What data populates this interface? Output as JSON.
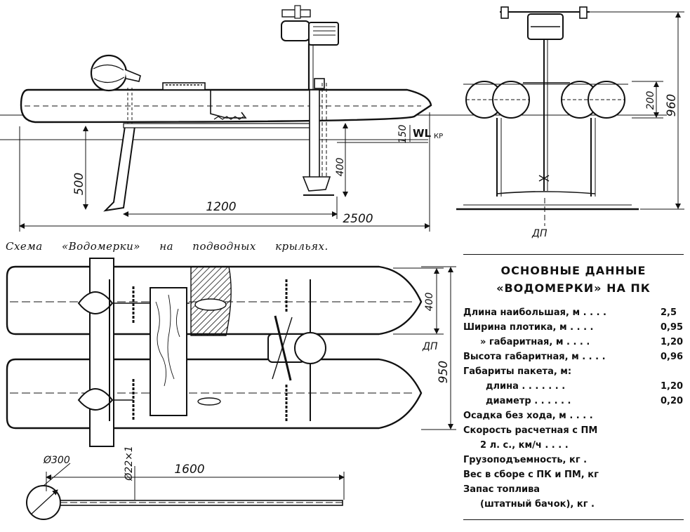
{
  "caption": "Схема «Водомерки» на подводных крыльях.",
  "side_view": {
    "dims": {
      "foil_depth": "500",
      "foil_spacing": "1200",
      "length": "2500",
      "draft": "150",
      "strut_depth": "400",
      "waterline": "WL",
      "waterline_sub": "КР"
    }
  },
  "front_view": {
    "dims": {
      "height": "960",
      "float_height": "200"
    },
    "centerline": "ДП"
  },
  "plan_view": {
    "dims": {
      "float_width": "400",
      "width": "950"
    },
    "centerline": "ДП"
  },
  "float_detail": {
    "dims": {
      "diameter": "Ø300",
      "tube": "Ø22×1",
      "length": "1600"
    }
  },
  "specs": {
    "title_line1": "ОСНОВНЫЕ ДАННЫЕ",
    "title_line2": "«ВОДОМЕРКИ» НА ПК",
    "rows": [
      {
        "label": "Длина наибольшая, м . . . .",
        "value": "2,5",
        "indent": 0
      },
      {
        "label": "Ширина плотика, м . . . .",
        "value": "0,95",
        "indent": 0
      },
      {
        "label": "» габаритная, м . . . .",
        "value": "1,20",
        "indent": 1
      },
      {
        "label": "Высота габаритная, м . . . .",
        "value": "0,96",
        "indent": 0
      },
      {
        "label": "Габариты пакета, м:",
        "value": "",
        "indent": 0
      },
      {
        "label": "длина . . . . . . .",
        "value": "1,20",
        "indent": 2
      },
      {
        "label": "диаметр . . . . . .",
        "value": "0,20",
        "indent": 2
      },
      {
        "label": "Осадка без хода, м . . . .",
        "value": "",
        "indent": 0
      },
      {
        "label": "Скорость расчетная с ПМ",
        "value": "",
        "indent": 0
      },
      {
        "label": "2 л. с., км/ч . . . .",
        "value": "",
        "indent": 1
      },
      {
        "label": "Грузоподъемность, кг .",
        "value": "",
        "indent": 0
      },
      {
        "label": "Вес в сборе с ПК и ПМ, кг",
        "value": "",
        "indent": 0
      },
      {
        "label": "Запас топлива",
        "value": "",
        "indent": 0
      },
      {
        "label": "(штатный бачок), кг .",
        "value": "",
        "indent": 1
      }
    ]
  }
}
